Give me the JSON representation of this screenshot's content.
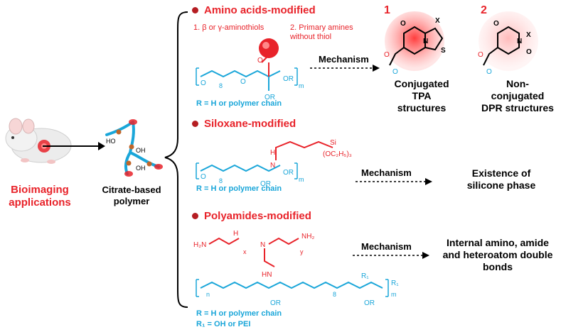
{
  "left": {
    "bioimaging": "Bioimaging applications",
    "polymer": "Citrate-based polymer",
    "polymer_labels": {
      "ho": "HO",
      "oh1": "OH",
      "oh2": "OH"
    }
  },
  "sections": [
    {
      "title": "Amino acids-modified",
      "sub1": "1. β or γ-aminothiols",
      "sub2": "2. Primary amines without thiol",
      "mechanism": "Mechanism",
      "r_note": "R = H or polymer chain",
      "results": [
        {
          "num": "1",
          "label": "Conjugated TPA structures"
        },
        {
          "num": "2",
          "label": "Non-conjugated DPR structures"
        }
      ]
    },
    {
      "title": "Siloxane-modified",
      "mechanism": "Mechanism",
      "r_note": "R = H or polymer chain",
      "result": "Existence of silicone phase"
    },
    {
      "title": "Polyamides-modified",
      "mechanism": "Mechanism",
      "r_note": "R = H or polymer chain",
      "r1_note": "R₁ = OH or PEI",
      "result": "Internal amino, amide and heteroatom double bonds"
    }
  ],
  "colors": {
    "red": "#e8232a",
    "blue": "#1aa6d9",
    "dark_red": "#b51d22"
  }
}
